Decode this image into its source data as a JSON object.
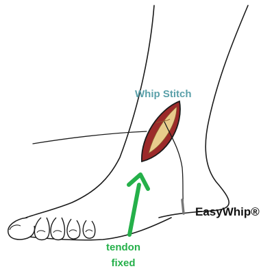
{
  "labels": {
    "whip_stitch": "Whip Stitch",
    "brand": "EasyWhip®",
    "tendon": "tendon",
    "fixed": "fixed"
  },
  "colors": {
    "outline": "#1a1a1a",
    "wound_fill": "#9c2a2a",
    "tendon_fill": "#e8cc8c",
    "arrow": "#25b04a",
    "whip_label": "#5aa0a9",
    "brand_label": "#111111"
  },
  "icons": {
    "arrow": "upward-arrow"
  }
}
